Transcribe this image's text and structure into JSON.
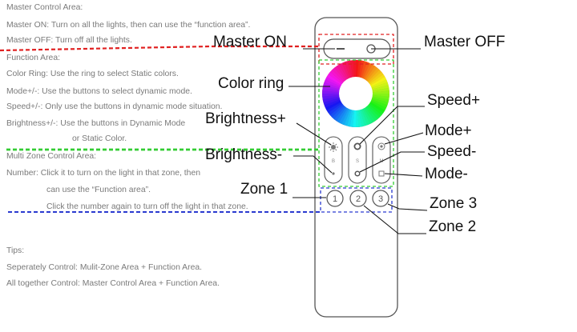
{
  "instructions": {
    "master_heading": "Master Control Area:",
    "master_on": "Master ON: Turn on all the lights, then can use the “function area”.",
    "master_off": "Master OFF: Turn off all the lights.",
    "function_heading": "Function Area:",
    "color_ring": "Color Ring: Use the ring to select Static colors.",
    "mode": "Mode+/-: Use the buttons to select dynamic mode.",
    "speed": "Speed+/-: Only use the buttons in dynamic mode situation.",
    "brightness": "Brightness+/-: Use the buttons in Dynamic Mode",
    "brightness_cont": "or Static Color.",
    "zone_heading": "Multi Zone Control Area:",
    "number": "Number: Click it to turn on the light in that zone, then",
    "number_cont": "can use the “Function area”.",
    "number_cont2": "Click the number again to turn off the light in that zone.",
    "tips_heading": "Tips:",
    "tip_separate": "Seperately Control:  Mulit-Zone Area + Function Area.",
    "tip_together": "All together Control: Master Control Area + Function Area."
  },
  "callouts": {
    "master_on": "Master ON",
    "master_off": "Master OFF",
    "color_ring": "Color ring",
    "speed_plus": "Speed+",
    "brightness_plus": "Brightness+",
    "mode_plus": "Mode+",
    "speed_minus": "Speed-",
    "brightness_minus": "Brightness-",
    "mode_minus": "Mode-",
    "zone1": "Zone 1",
    "zone3": "Zone 3",
    "zone2": "Zone 2"
  },
  "remote": {
    "zone_buttons": [
      "1",
      "2",
      "3"
    ],
    "brightness_letter": "B",
    "speed_letter": "S",
    "mode_letter": "M"
  },
  "colors": {
    "master_box": "#e02020",
    "function_box": "#33cc33",
    "zone_box": "#2a3ad0",
    "remote_outline": "#555555"
  }
}
